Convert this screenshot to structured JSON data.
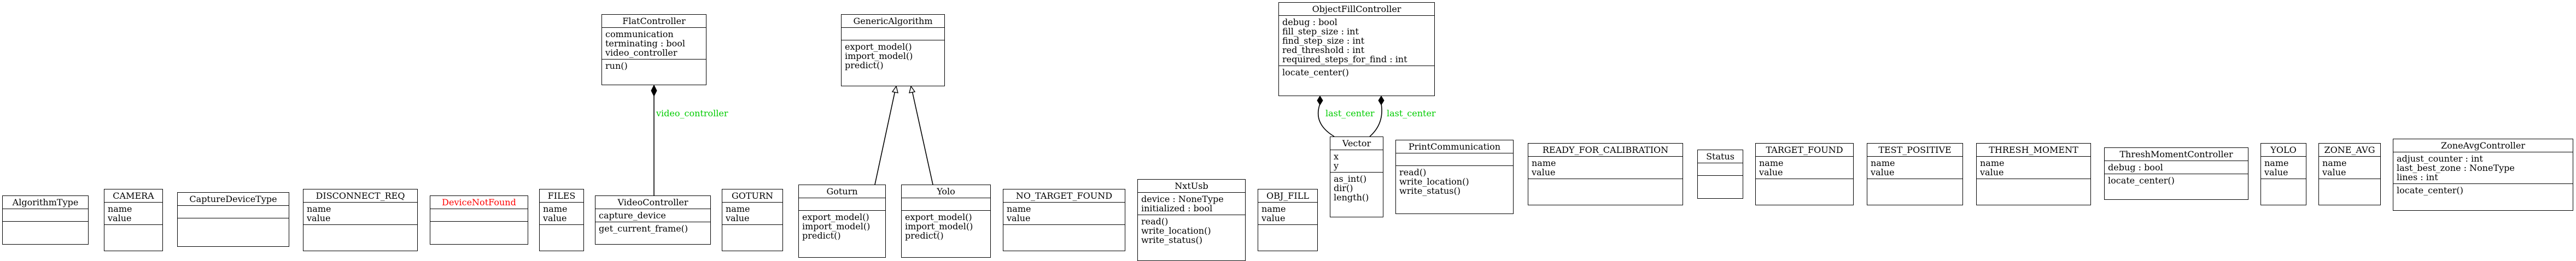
{
  "classes": [
    {
      "id": "algorithm-type",
      "name": "AlgorithmType",
      "attributes": [],
      "methods": []
    },
    {
      "id": "camera",
      "name": "CAMERA",
      "attributes": [
        "name",
        "value"
      ],
      "methods": []
    },
    {
      "id": "capture-device-type",
      "name": "CaptureDeviceType",
      "attributes": [],
      "methods": []
    },
    {
      "id": "disconnect-req",
      "name": "DISCONNECT_REQ",
      "attributes": [
        "name",
        "value"
      ],
      "methods": []
    },
    {
      "id": "device-not-found",
      "name": "DeviceNotFound",
      "attributes": [],
      "methods": [],
      "title_color": "#ff0000"
    },
    {
      "id": "files",
      "name": "FILES",
      "attributes": [
        "name",
        "value"
      ],
      "methods": []
    },
    {
      "id": "flat-controller",
      "name": "FlatController",
      "attributes": [
        "communication",
        "terminating : bool",
        "video_controller"
      ],
      "methods": [
        "run()"
      ]
    },
    {
      "id": "video-controller",
      "name": "VideoController",
      "attributes": [
        "capture_device"
      ],
      "methods": [
        "get_current_frame()"
      ]
    },
    {
      "id": "gotrun",
      "name": "GOTURN",
      "attributes": [
        "name",
        "value"
      ],
      "methods": []
    },
    {
      "id": "generic-algorithm",
      "name": "GenericAlgorithm",
      "attributes": [],
      "methods": [
        "export_model()",
        "import_model()",
        "predict()"
      ]
    },
    {
      "id": "goturn",
      "name": "Goturn",
      "attributes": [],
      "methods": [
        "export_model()",
        "import_model()",
        "predict()"
      ]
    },
    {
      "id": "yolo",
      "name": "Yolo",
      "attributes": [],
      "methods": [
        "export_model()",
        "import_model()",
        "predict()"
      ]
    },
    {
      "id": "no-target-found",
      "name": "NO_TARGET_FOUND",
      "attributes": [
        "name",
        "value"
      ],
      "methods": []
    },
    {
      "id": "nxt-usb",
      "name": "NxtUsb",
      "attributes": [
        "device : NoneType",
        "initialized : bool"
      ],
      "methods": [
        "read()",
        "write_location()",
        "write_status()"
      ]
    },
    {
      "id": "obj-fill",
      "name": "OBJ_FILL",
      "attributes": [
        "name",
        "value"
      ],
      "methods": []
    },
    {
      "id": "object-fill-controller",
      "name": "ObjectFillController",
      "attributes": [
        "debug : bool",
        "fill_step_size : int",
        "find_step_size : int",
        "red_threshold : int",
        "required_steps_for_find : int"
      ],
      "methods": [
        "locate_center()"
      ]
    },
    {
      "id": "vector",
      "name": "Vector",
      "attributes": [
        "x",
        "y"
      ],
      "methods": [
        "as_int()",
        "dir()",
        "length()"
      ]
    },
    {
      "id": "print-communication",
      "name": "PrintCommunication",
      "attributes": [],
      "methods": [
        "read()",
        "write_location()",
        "write_status()"
      ]
    },
    {
      "id": "ready-for-calibration",
      "name": "READY_FOR_CALIBRATION",
      "attributes": [
        "name",
        "value"
      ],
      "methods": []
    },
    {
      "id": "status",
      "name": "Status",
      "attributes": [],
      "methods": []
    },
    {
      "id": "target-found",
      "name": "TARGET_FOUND",
      "attributes": [
        "name",
        "value"
      ],
      "methods": []
    },
    {
      "id": "test-positive",
      "name": "TEST_POSITIVE",
      "attributes": [
        "name",
        "value"
      ],
      "methods": []
    },
    {
      "id": "thresh-moment",
      "name": "THRESH_MOMENT",
      "attributes": [
        "name",
        "value"
      ],
      "methods": []
    },
    {
      "id": "thresh-moment-controller",
      "name": "ThreshMomentController",
      "attributes": [
        "debug : bool"
      ],
      "methods": [
        "locate_center()"
      ]
    },
    {
      "id": "yolo-const",
      "name": "YOLO",
      "attributes": [
        "name",
        "value"
      ],
      "methods": []
    },
    {
      "id": "zone-avg",
      "name": "ZONE_AVG",
      "attributes": [
        "name",
        "value"
      ],
      "methods": []
    },
    {
      "id": "zone-avg-controller",
      "name": "ZoneAvgController",
      "attributes": [
        "adjust_counter : int",
        "last_best_zone : NoneType",
        "lines : int"
      ],
      "methods": [
        "locate_center()"
      ]
    }
  ],
  "relations": [
    {
      "id": "rel-video-controller",
      "type": "composition",
      "label": "video_controller",
      "label_color": "#00cc00"
    },
    {
      "id": "rel-goturn-inherits",
      "type": "inheritance",
      "label": ""
    },
    {
      "id": "rel-yolo-inherits",
      "type": "inheritance",
      "label": ""
    },
    {
      "id": "rel-last-center-1",
      "type": "composition",
      "label": "last_center",
      "label_color": "#00cc00"
    },
    {
      "id": "rel-last-center-2",
      "type": "composition",
      "label": "last_center",
      "label_color": "#00cc00"
    }
  ]
}
